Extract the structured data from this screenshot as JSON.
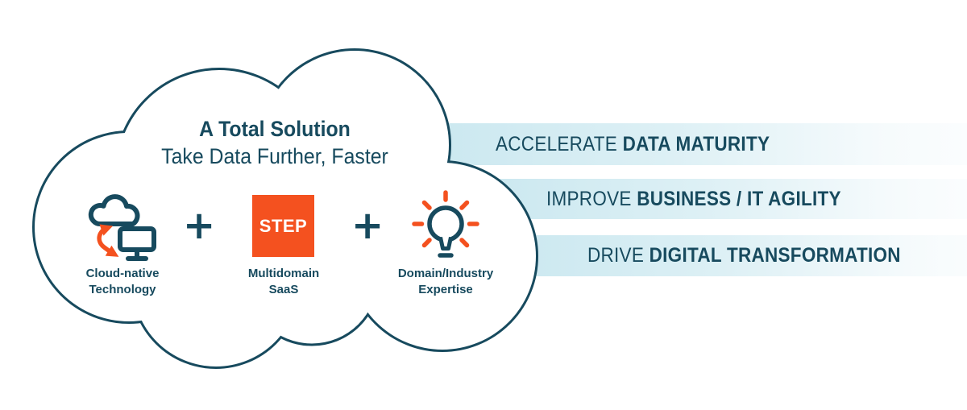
{
  "colors": {
    "teal": "#174A5E",
    "orange": "#F4511F",
    "banner_bg_left": "#CBE8F0",
    "cloud_fill": "#FFFFFF"
  },
  "cloud": {
    "title": {
      "line1": "A Total Solution",
      "line2": "Take Data Further, Faster"
    },
    "operator": "+",
    "items": [
      {
        "icon": "cloud-sync-monitor-icon",
        "label1": "Cloud-native",
        "label2": "Technology"
      },
      {
        "icon": "step-logo",
        "logo_text": "STEP",
        "label1": "Multidomain",
        "label2": "SaaS"
      },
      {
        "icon": "lightbulb-rays-icon",
        "label1": "Domain/Industry",
        "label2": "Expertise"
      }
    ]
  },
  "banners": [
    {
      "prefix": "ACCELERATE ",
      "emphasis": "DATA MATURITY"
    },
    {
      "prefix": "IMPROVE ",
      "emphasis": "BUSINESS / IT AGILITY"
    },
    {
      "prefix": "DRIVE ",
      "emphasis": "DIGITAL TRANSFORMATION"
    }
  ]
}
